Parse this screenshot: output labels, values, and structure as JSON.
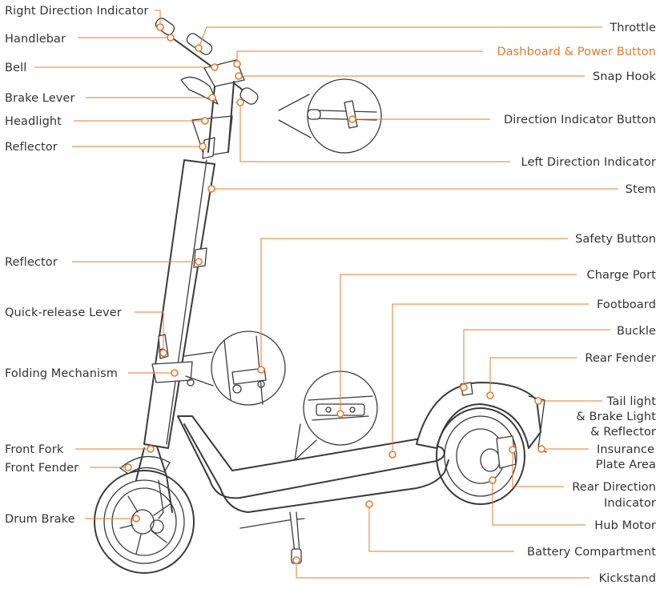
{
  "accent_color": "#e8782b",
  "text_color": "#333333",
  "highlighted_label": "dashboard-power-button",
  "labels": {
    "right_direction_indicator": "Right Direction Indicator",
    "handlebar": "Handlebar",
    "bell": "Bell",
    "brake_lever": "Brake Lever",
    "headlight": "Headlight",
    "reflector_top": "Reflector",
    "reflector_mid": "Reflector",
    "quick_release_lever": "Quick-release Lever",
    "folding_mechanism": "Folding Mechanism",
    "front_fork": "Front Fork",
    "front_fender": "Front Fender",
    "drum_brake": "Drum Brake",
    "throttle": "Throttle",
    "dashboard_power_button": "Dashboard & Power Button",
    "snap_hook": "Snap Hook",
    "direction_indicator_button": "Direction Indicator Button",
    "left_direction_indicator": "Left Direction Indicator",
    "stem": "Stem",
    "safety_button": "Safety Button",
    "charge_port": "Charge Port",
    "footboard": "Footboard",
    "buckle": "Buckle",
    "rear_fender": "Rear Fender",
    "tail_light_1": "Tail light",
    "tail_light_2": "& Brake Light",
    "tail_light_3": "& Reflector",
    "insurance_plate_1": "Insurance",
    "insurance_plate_2": "Plate Area",
    "rear_direction_1": "Rear Direction",
    "rear_direction_2": "Indicator",
    "hub_motor": "Hub Motor",
    "battery_compartment": "Battery Compartment",
    "kickstand": "Kickstand"
  }
}
